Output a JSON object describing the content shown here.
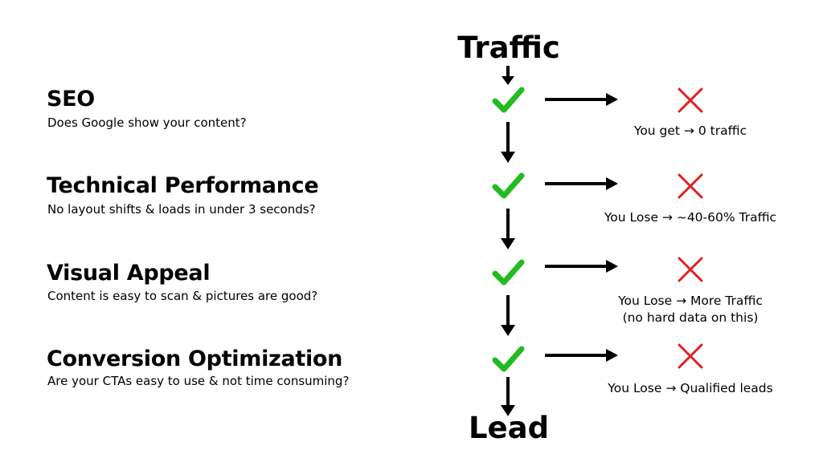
{
  "flow": {
    "start_label": "Traffic",
    "end_label": "Lead"
  },
  "colors": {
    "check": "#22bb22",
    "cross": "#e02020",
    "arrow": "#000000",
    "text": "#000000",
    "background": "#ffffff"
  },
  "icons": {
    "pass": "check-icon",
    "fail": "cross-icon",
    "flow": "arrow-icon"
  },
  "stages": [
    {
      "title": "SEO",
      "description": "Does Google show your content?",
      "outcome": [
        "You get → 0 traffic"
      ]
    },
    {
      "title": "Technical Performance",
      "description": "No layout shifts & loads in under 3 seconds?",
      "outcome": [
        "You Lose →  ~40-60% Traffic"
      ]
    },
    {
      "title": "Visual Appeal",
      "description": "Content is easy to scan & pictures are good?",
      "outcome": [
        "You Lose → More Traffic",
        "(no hard data on this)"
      ]
    },
    {
      "title": "Conversion Optimization",
      "description": "Are your CTAs easy to use & not time consuming?",
      "outcome": [
        "You Lose → Qualified leads"
      ]
    }
  ]
}
